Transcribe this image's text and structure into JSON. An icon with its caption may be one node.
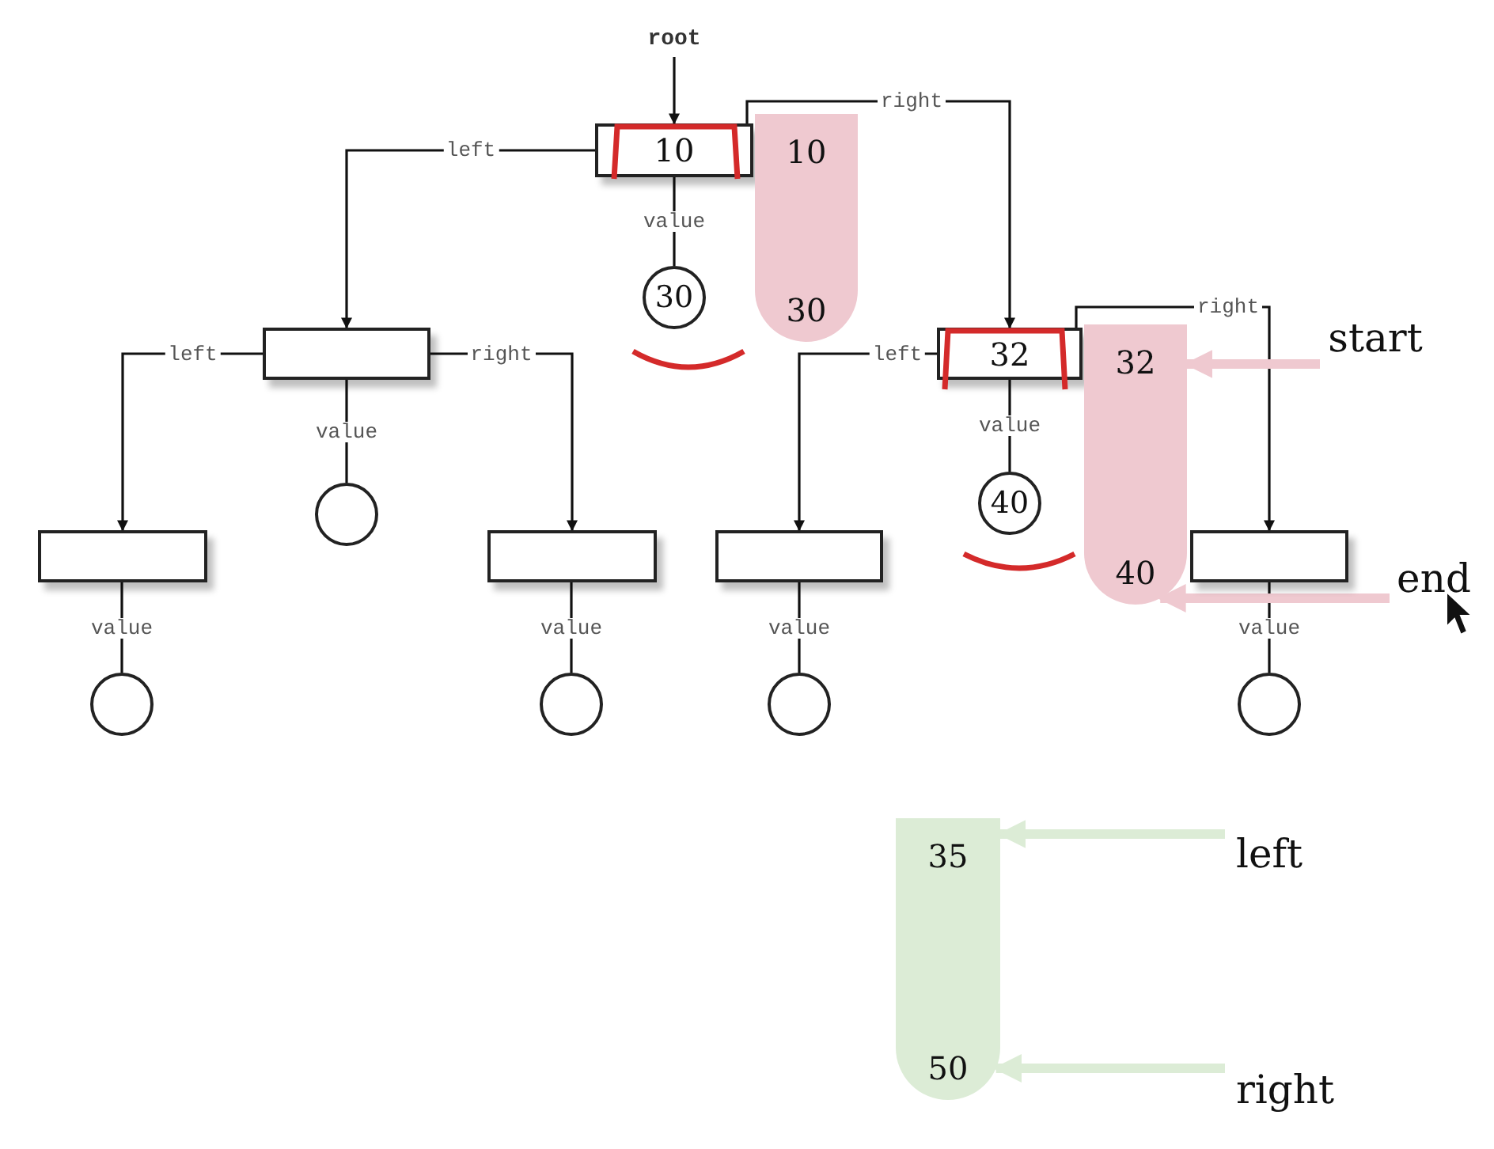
{
  "diagram": {
    "nodes": [
      {
        "text": [
          "root"
        ]
      },
      {
        "text": [
          "10"
        ]
      },
      {
        "text": [
          "10",
          "30"
        ]
      },
      {
        "text": [
          "30"
        ]
      },
      {
        "text": [],
        "shape": "box"
      },
      {
        "text": [
          "32"
        ]
      },
      {
        "text": [
          "32",
          "40"
        ]
      },
      {
        "text": [
          "start"
        ]
      },
      {
        "text": [],
        "shape": "circle"
      },
      {
        "text": [
          "40"
        ]
      },
      {
        "text": [],
        "shape": "box"
      },
      {
        "text": [],
        "shape": "box"
      },
      {
        "text": [],
        "shape": "box"
      },
      {
        "text": [],
        "shape": "box"
      },
      {
        "text": [
          "end"
        ]
      },
      {
        "text": [],
        "shape": "circle"
      },
      {
        "text": [],
        "shape": "circle"
      },
      {
        "text": [],
        "shape": "circle"
      },
      {
        "text": [],
        "shape": "circle"
      },
      {
        "text": [
          "35",
          "50"
        ]
      },
      {
        "text": [
          "left"
        ]
      },
      {
        "text": [
          "right"
        ]
      }
    ],
    "edges": [
      {
        "from": 0,
        "to": 1,
        "arrow": "to"
      },
      {
        "from": 1,
        "to": 4,
        "arrow": "to",
        "label": "left"
      },
      {
        "from": 1,
        "to": 5,
        "arrow": "to",
        "label": "right"
      },
      {
        "from": 1,
        "to": 3,
        "arrow": "none",
        "label": "value"
      },
      {
        "from": 4,
        "to": 10,
        "arrow": "to",
        "label": "left"
      },
      {
        "from": 4,
        "to": 11,
        "arrow": "to",
        "label": "right"
      },
      {
        "from": 4,
        "to": 8,
        "arrow": "none",
        "label": "value"
      },
      {
        "from": 5,
        "to": 12,
        "arrow": "to",
        "label": "left"
      },
      {
        "from": 5,
        "to": 13,
        "arrow": "to",
        "label": "right"
      },
      {
        "from": 5,
        "to": 9,
        "arrow": "none",
        "label": "value"
      },
      {
        "from": 10,
        "to": 15,
        "arrow": "none",
        "label": "value"
      },
      {
        "from": 11,
        "to": 16,
        "arrow": "none",
        "label": "value"
      },
      {
        "from": 12,
        "to": 17,
        "arrow": "none",
        "label": "value"
      },
      {
        "from": 13,
        "to": 18,
        "arrow": "none",
        "label": "value"
      },
      {
        "from": 7,
        "to": 6,
        "arrow": "to",
        "style": "thick",
        "color": "#efc9d0"
      },
      {
        "from": 14,
        "to": 6,
        "arrow": "to",
        "style": "thick",
        "color": "#efc9d0"
      },
      {
        "from": 20,
        "to": 19,
        "arrow": "to",
        "style": "thick",
        "color": "#dcecd6"
      },
      {
        "from": 21,
        "to": 19,
        "arrow": "to",
        "style": "thick",
        "color": "#dcecd6"
      }
    ]
  }
}
